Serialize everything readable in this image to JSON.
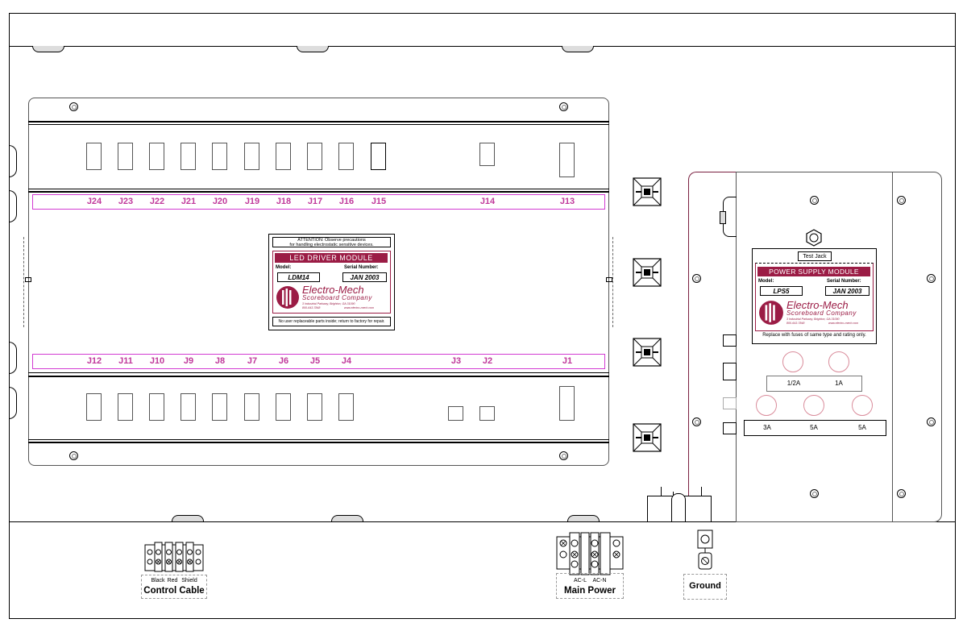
{
  "led_module": {
    "top_connectors": [
      "J24",
      "J23",
      "J22",
      "J21",
      "J20",
      "J19",
      "J18",
      "J17",
      "J16",
      "J15",
      "J14",
      "J13"
    ],
    "bottom_connectors": [
      "J12",
      "J11",
      "J10",
      "J9",
      "J8",
      "J7",
      "J6",
      "J5",
      "J4",
      "J3",
      "J2",
      "J1"
    ],
    "label": {
      "attention": "ATTENTION: Observe precautions",
      "attention2": "for handling electrostatic sensitive devices.",
      "title": "LED DRIVER MODULE",
      "model_label": "Model:",
      "model": "LDM14",
      "serial_label": "Serial Number:",
      "serial": "JAN 2003",
      "brand1": "Electro-Mech",
      "brand2": "Scoreboard Company",
      "address": "3 Industrial Parkway,  Brighton, GA  31090",
      "phone": "800-643-7848",
      "web": "www.electro-mech.com",
      "footer": "No user replaceable parts inside; return to factory for repair."
    }
  },
  "power_module": {
    "test_jack": "Test Jack",
    "label": {
      "title": "POWER SUPPLY MODULE",
      "model_label": "Model:",
      "model": "LPS5",
      "serial_label": "Serial Number:",
      "serial": "JAN 2003",
      "brand1": "Electro-Mech",
      "brand2": "Scoreboard Company",
      "address": "3 Industrial Parkway,  Brighton, GA  31090",
      "phone": "800-643-7848",
      "web": "www.electro-mech.com",
      "footer": "Replace with fuses of same type and rating only."
    },
    "fuse_row1": [
      "1/2A",
      "1A"
    ],
    "fuse_row2": [
      "3A",
      "5A",
      "5A"
    ]
  },
  "terminals": {
    "control": {
      "wires": [
        "Black",
        "Red",
        "Shield"
      ],
      "title": "Control Cable"
    },
    "power": {
      "wires": [
        "AC-L",
        "AC-N"
      ],
      "title": "Main Power"
    },
    "ground": {
      "title": "Ground"
    }
  },
  "colors": {
    "accent": "#9b1c45",
    "connector_label": "#c0399b",
    "connector_bar": "#d23ad2"
  }
}
